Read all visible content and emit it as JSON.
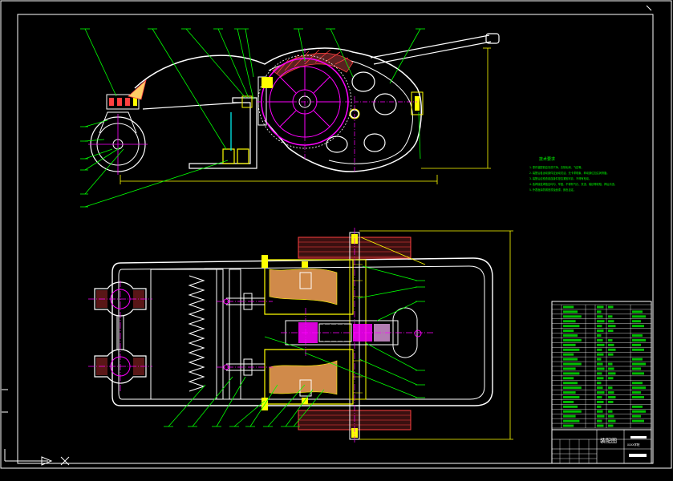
{
  "drawing": {
    "tech_notes": {
      "heading": "技术要求",
      "lines": [
        "1.零件装配前应清洗干净，去除毛刺、飞边等。",
        "2.装配后各运动部件应运动灵活，无卡滞现象，转动部位加注润滑脂。",
        "3.装配后应检查各连接件是否紧固可靠，不得有松动。",
        "4.各焊接处焊缝应均匀、牢固，不得有气孔、夹渣、裂纹等缺陷，焊后清渣。",
        "5.外表面涂防锈底漆及面漆，颜色自定。"
      ]
    },
    "title_block": {
      "drawing_name": "装配图",
      "school": "XXXX学院"
    },
    "colors": {
      "background": "#000000",
      "outline": "#ffffff",
      "leader": "#00ff00",
      "center": "#ff00ff",
      "part": "#ffff00",
      "dimension": "#ffff00",
      "accent": "#ff4040",
      "table": "#00ffff"
    }
  }
}
